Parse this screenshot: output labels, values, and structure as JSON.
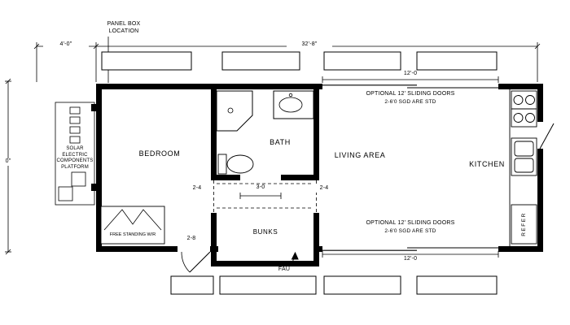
{
  "document": {
    "type": "floor-plan",
    "background": "#ffffff",
    "line_color": "#000000"
  },
  "rooms": {
    "bedroom": "BEDROOM",
    "bath": "BATH",
    "bunks": "BUNKS",
    "living_area": "LIVING AREA",
    "kitchen": "KITCHEN"
  },
  "fixtures": {
    "wardrobe": "FREE STANDING W/R",
    "refrigerator": "REFER",
    "furnace": "FAU"
  },
  "annotations": {
    "panel_box": "PANEL BOX\nLOCATION",
    "solar_platform": "SOLAR\nELECTRIC\nCOMPONENTS\nPLATFORM",
    "sliding_doors_top_line1": "OPTIONAL 12' SLIDING DOORS",
    "sliding_doors_top_line2": "2-6'0 SGD ARE STD",
    "sliding_doors_bottom_line1": "OPTIONAL 12' SLIDING DOORS",
    "sliding_doors_bottom_line2": "2-6'0 SGD ARE STD"
  },
  "dimensions": {
    "platform_width": "4'-0\"",
    "overall_length": "32'-8\"",
    "left_height": "0\"",
    "opening_left": "2-4",
    "bath_door": "3-0",
    "opening_right": "2-4",
    "entry_door": "2-8",
    "sliding_top": "12'-0",
    "sliding_bottom": "12'-0"
  }
}
